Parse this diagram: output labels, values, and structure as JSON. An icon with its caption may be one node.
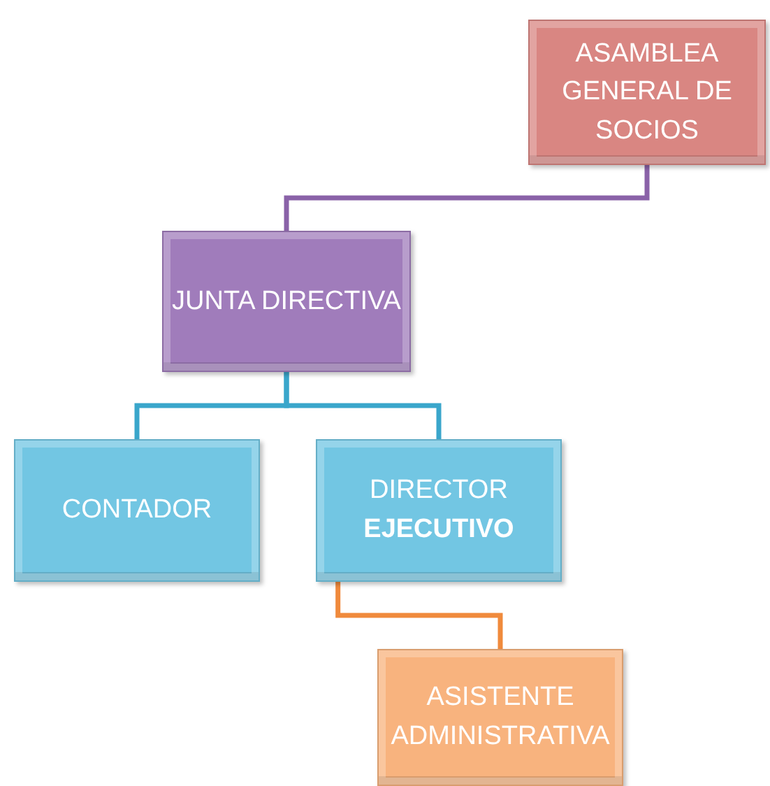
{
  "diagram": {
    "nodes": [
      {
        "text": [
          "ASAMBLEA GENERAL DE SOCIOS"
        ]
      },
      {
        "text": [
          "JUNTA DIRECTIVA"
        ]
      },
      {
        "text": [
          "CONTADOR"
        ]
      },
      {
        "text": [
          "DIRECTOR **EJECUTIVO**"
        ]
      },
      {
        "text": [
          "ASISTENTE ADMINISTRATIVA"
        ]
      }
    ],
    "edges": [
      {
        "from": 0,
        "to": 1,
        "arrow": "none",
        "color": "#8a62a8"
      },
      {
        "from": 1,
        "to": 2,
        "arrow": "none"
      },
      {
        "from": 1,
        "to": 3,
        "arrow": "none"
      },
      {
        "from": 3,
        "to": 4,
        "arrow": "none",
        "color": "#f08a3c"
      }
    ]
  }
}
